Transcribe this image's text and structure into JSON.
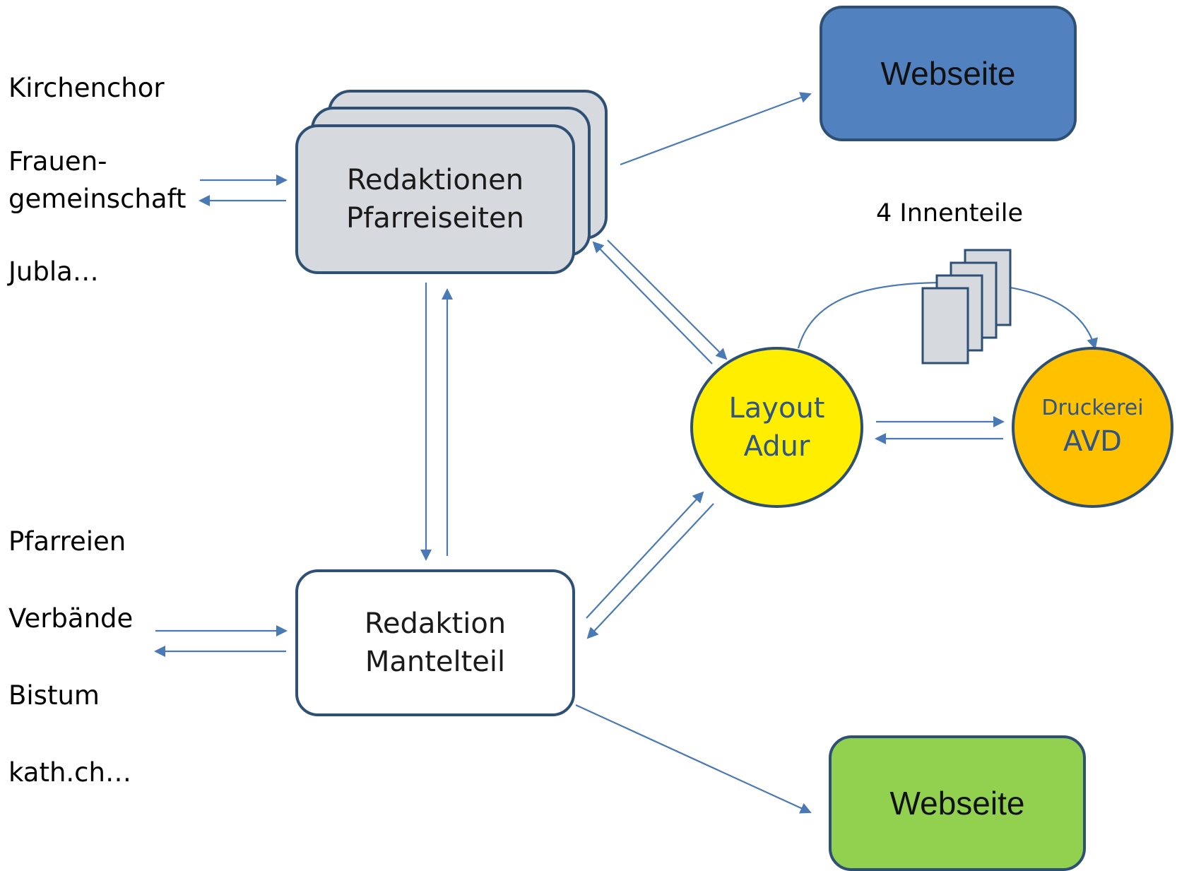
{
  "left_labels_top": [
    "Kirchenchor",
    "Frauen-",
    "gemeinschaft",
    "Jubla…"
  ],
  "left_labels_bottom": [
    "Pfarreien",
    "Verbände",
    "Bistum",
    "kath.ch…"
  ],
  "redaktionen": {
    "line1": "Redaktionen",
    "line2": "Pfarreiseiten"
  },
  "mantelteil": {
    "line1": "Redaktion",
    "line2": "Mantelteil"
  },
  "webseite_top": "Webseite",
  "webseite_bottom": "Webseite",
  "innenteile": "4 Innenteile",
  "layout": {
    "line1": "Layout",
    "line2": "Adur"
  },
  "druckerei": {
    "line1": "Druckerei",
    "line2": "AVD"
  },
  "colors": {
    "arrow": "#4a7ab5",
    "outline": "#2f5075",
    "webseite_top_fill": "#5181be",
    "webseite_bottom_fill": "#92d050",
    "layout_fill": "#ffee00",
    "druckerei_fill": "#ffc000",
    "box_gray_fill": "#d6d9de"
  }
}
